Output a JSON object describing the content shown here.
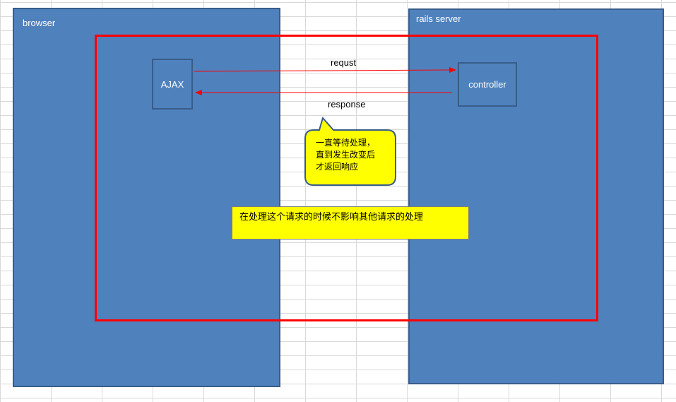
{
  "browser": {
    "label": "browser"
  },
  "server": {
    "label": "rails server"
  },
  "ajax": {
    "label": "AJAX"
  },
  "controller": {
    "label": "controller"
  },
  "request": {
    "label": "requst"
  },
  "response": {
    "label": "response"
  },
  "callout": {
    "text": "一直等待处理，\n直到发生改变后\n才返回响应"
  },
  "note": {
    "text": "在处理这个请求的时候不影响其他请求的处理"
  },
  "colors": {
    "panel_fill": "#4f81bd",
    "panel_border": "#385d8a",
    "frame": "#ff0000",
    "callout_fill": "#ffff00"
  }
}
